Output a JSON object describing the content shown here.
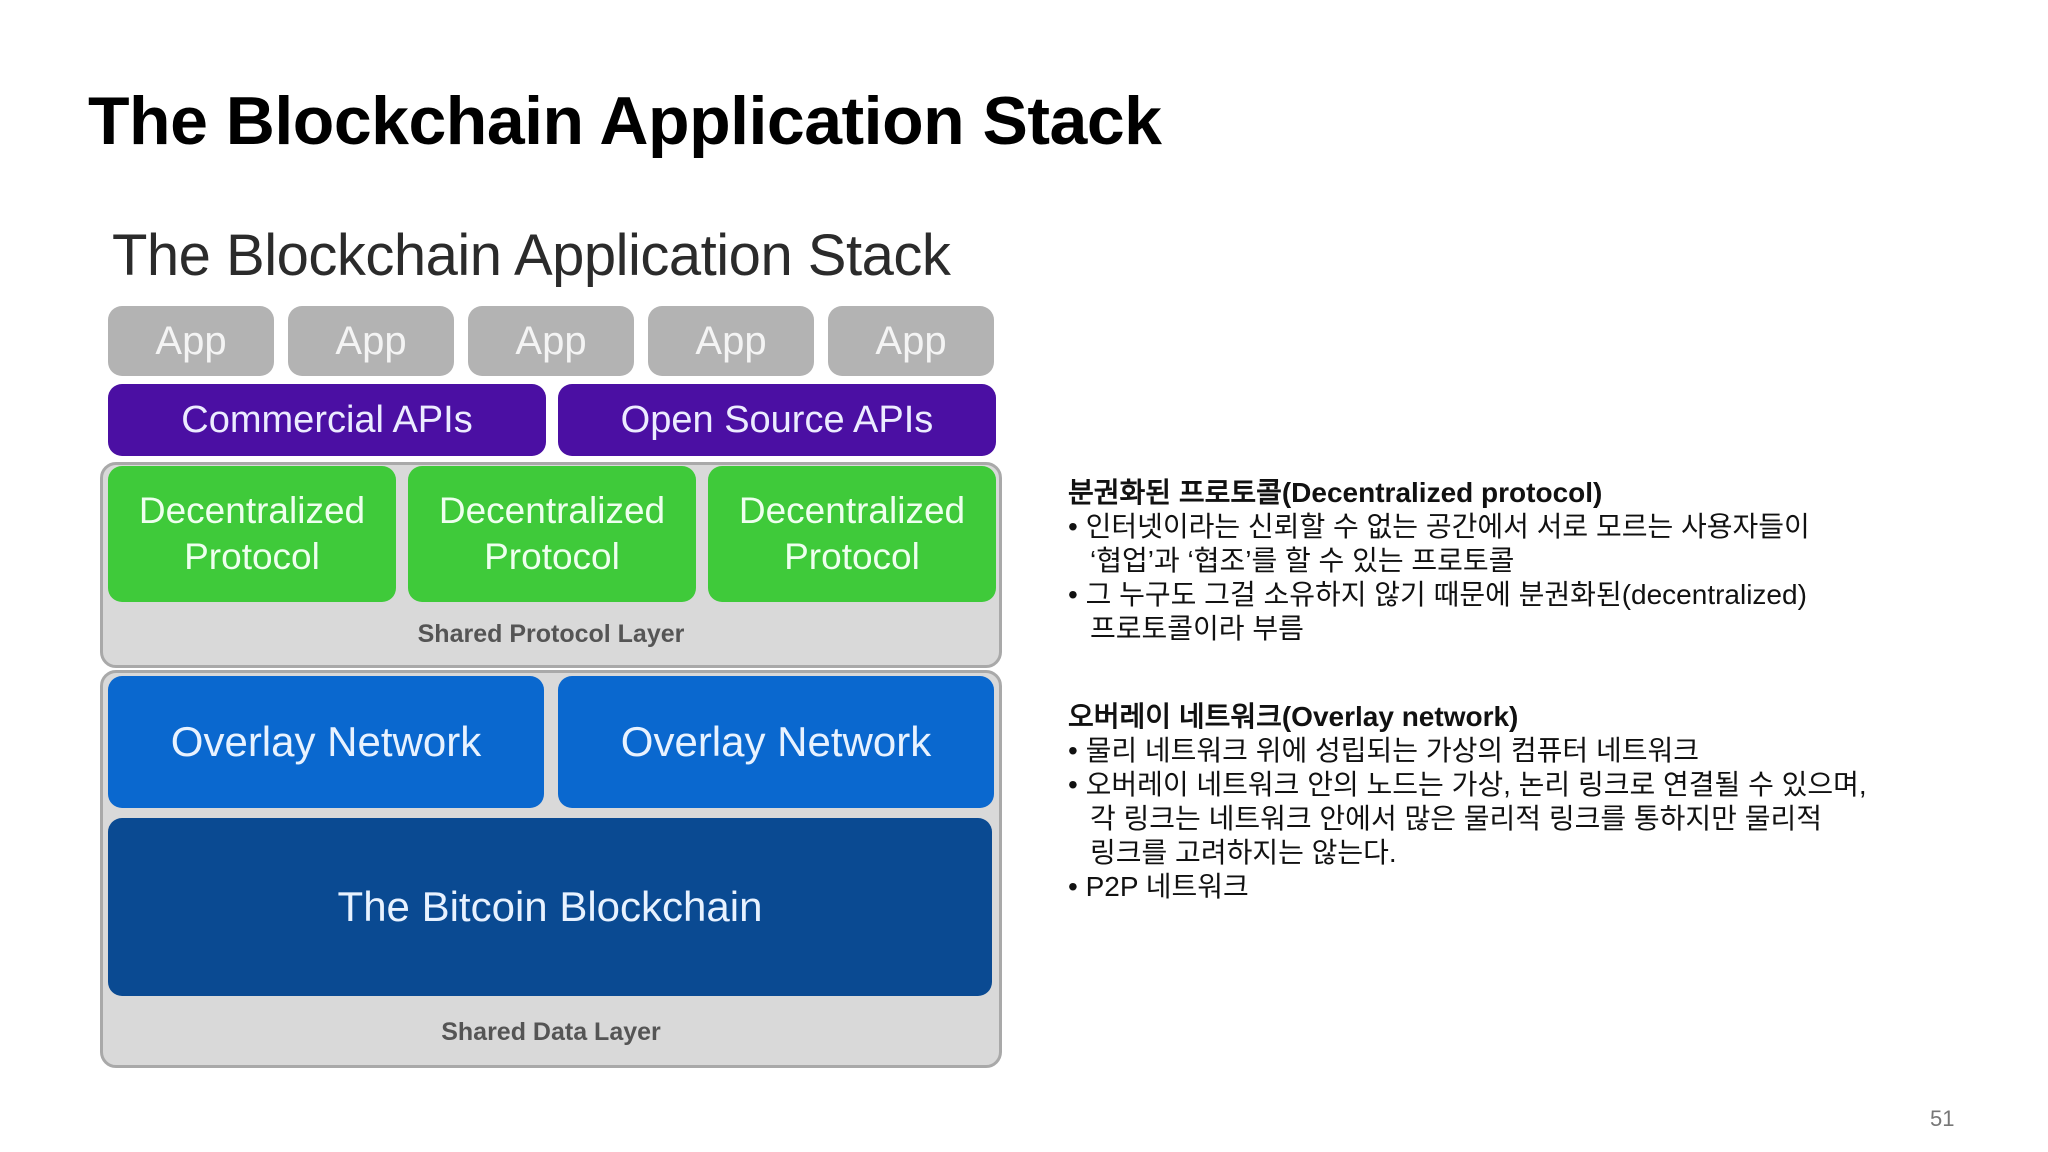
{
  "slide": {
    "title": "The Blockchain Application Stack",
    "page_number": "51"
  },
  "diagram": {
    "title": "The Blockchain Application Stack",
    "apps": [
      "App",
      "App",
      "App",
      "App",
      "App"
    ],
    "apis": [
      "Commercial APIs",
      "Open Source APIs"
    ],
    "protocols": [
      {
        "line1": "Decentralized",
        "line2": "Protocol"
      },
      {
        "line1": "Decentralized",
        "line2": "Protocol"
      },
      {
        "line1": "Decentralized",
        "line2": "Protocol"
      }
    ],
    "protocol_layer_label": "Shared Protocol Layer",
    "overlays": [
      "Overlay Network",
      "Overlay Network"
    ],
    "blockchain": "The Bitcoin Blockchain",
    "data_layer_label": "Shared Data Layer",
    "colors": {
      "app": "#b3b3b3",
      "api": "#4b0fa3",
      "protocol": "#3fca3a",
      "overlay": "#0a68cf",
      "blockchain": "#0a4a92",
      "layer": "#d9d9d9"
    }
  },
  "notes": {
    "protocol": {
      "heading": "분권화된 프로토콜(Decentralized protocol)",
      "lines": [
        "• 인터넷이라는 신뢰할 수 없는 공간에서 서로 모르는 사용자들이",
        "  ‘협업’과 ‘협조’를 할 수 있는 프로토콜",
        "• 그 누구도 그걸 소유하지 않기 때문에 분권화된(decentralized)",
        "  프로토콜이라 부름"
      ]
    },
    "overlay": {
      "heading": "오버레이 네트워크(Overlay network)",
      "lines": [
        "• 물리 네트워크 위에 성립되는 가상의 컴퓨터 네트워크",
        "• 오버레이 네트워크 안의 노드는 가상, 논리 링크로 연결될 수 있으며,",
        "  각 링크는 네트워크 안에서 많은 물리적 링크를 통하지만 물리적",
        "  링크를 고려하지는 않는다.",
        "•  P2P 네트워크"
      ]
    }
  }
}
